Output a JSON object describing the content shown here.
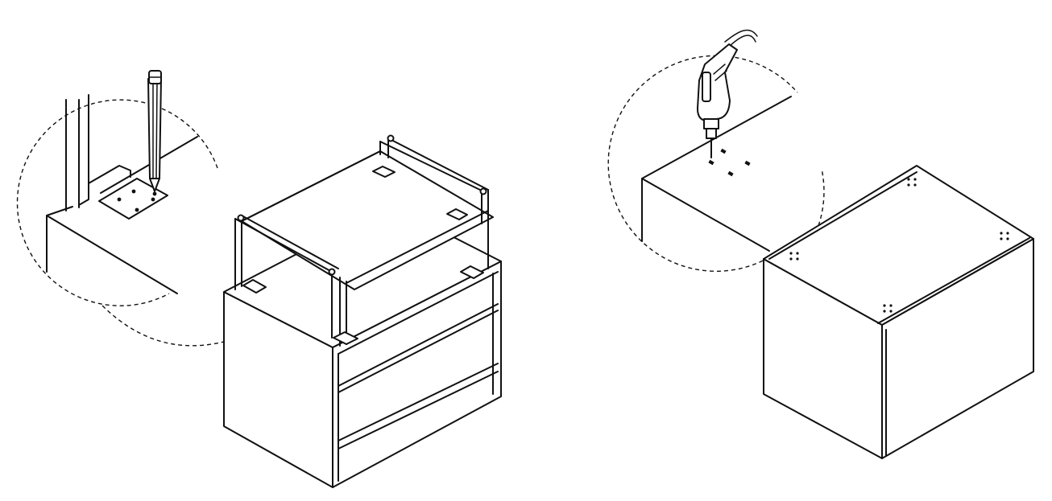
{
  "figure": {
    "panels": [
      {
        "id": "left",
        "scene": "mark-screw-positions",
        "tool_icon": "pencil-icon",
        "callout": "magnifier-circle"
      },
      {
        "id": "right",
        "scene": "pre-drill-holes",
        "tool_icon": "power-drill-icon",
        "callout": "magnifier-circle"
      }
    ],
    "colors": {
      "line": "#111111",
      "background": "#ffffff"
    }
  }
}
